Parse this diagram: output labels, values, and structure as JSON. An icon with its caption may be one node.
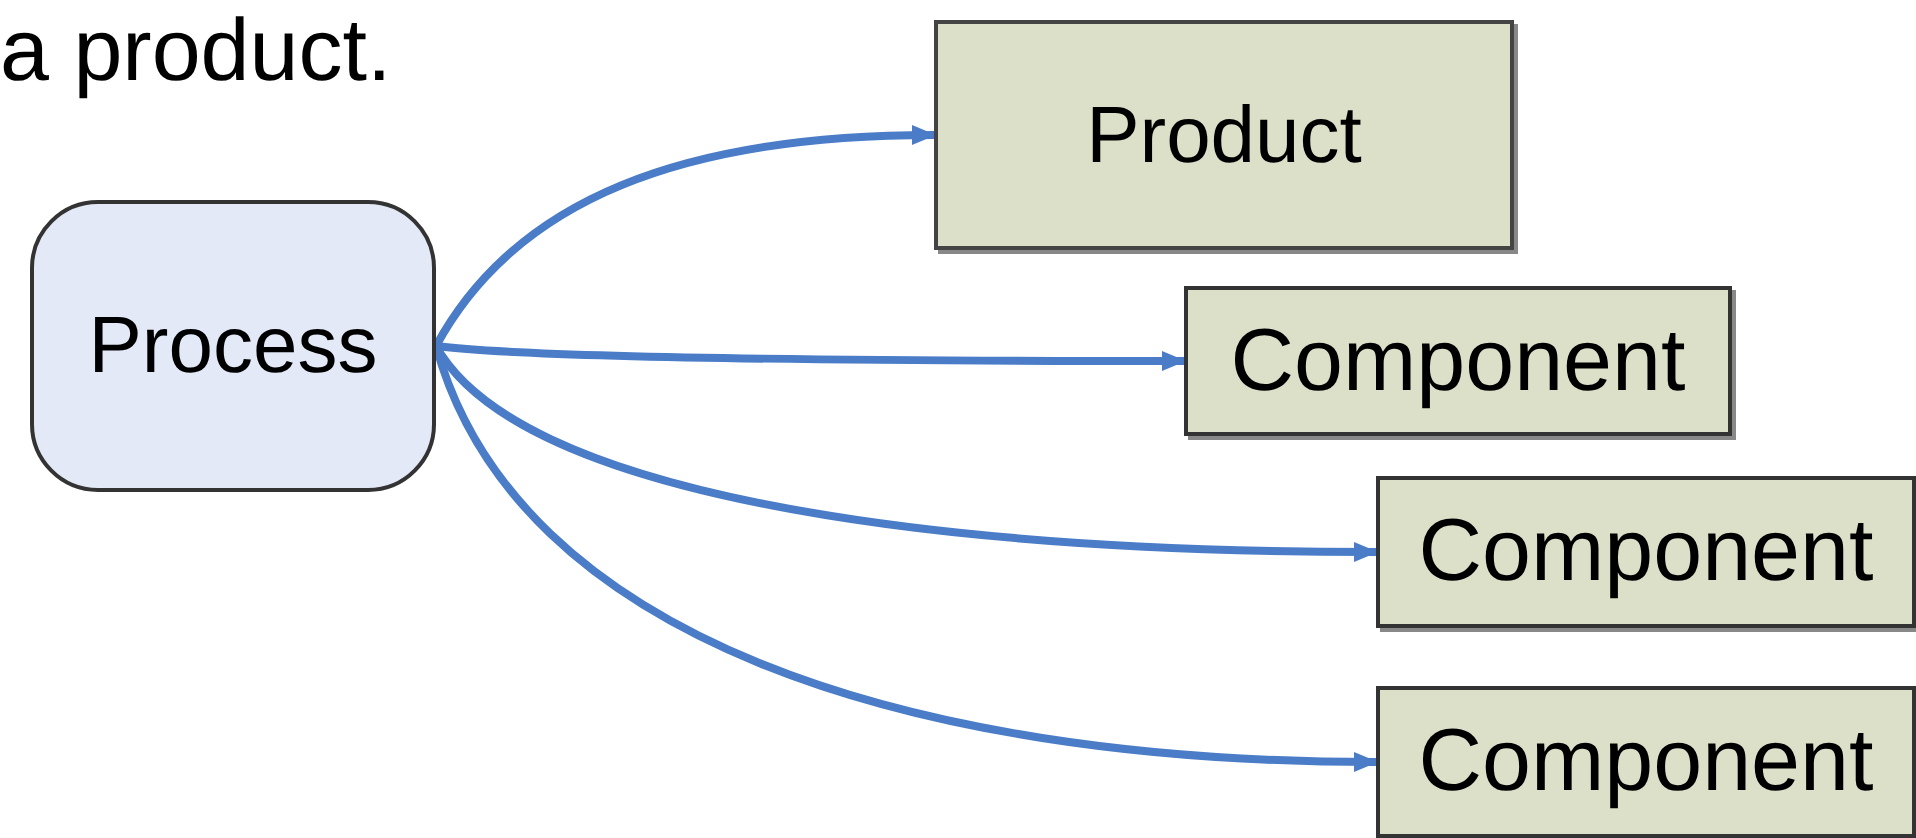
{
  "diagram": {
    "nodes": [
      {
        "text": [
          "Process"
        ]
      },
      {
        "text": [
          "Product"
        ]
      },
      {
        "text": [
          "Component"
        ]
      },
      {
        "text": [
          "Component"
        ]
      },
      {
        "text": [
          "Component"
        ]
      }
    ],
    "edges": [
      {
        "from": 0,
        "to": 1,
        "arrow": "to"
      },
      {
        "from": 0,
        "to": 2,
        "arrow": "to"
      },
      {
        "from": 0,
        "to": 3,
        "arrow": "to"
      },
      {
        "from": 0,
        "to": 4,
        "arrow": "to"
      }
    ],
    "labels": [
      "a product."
    ]
  }
}
